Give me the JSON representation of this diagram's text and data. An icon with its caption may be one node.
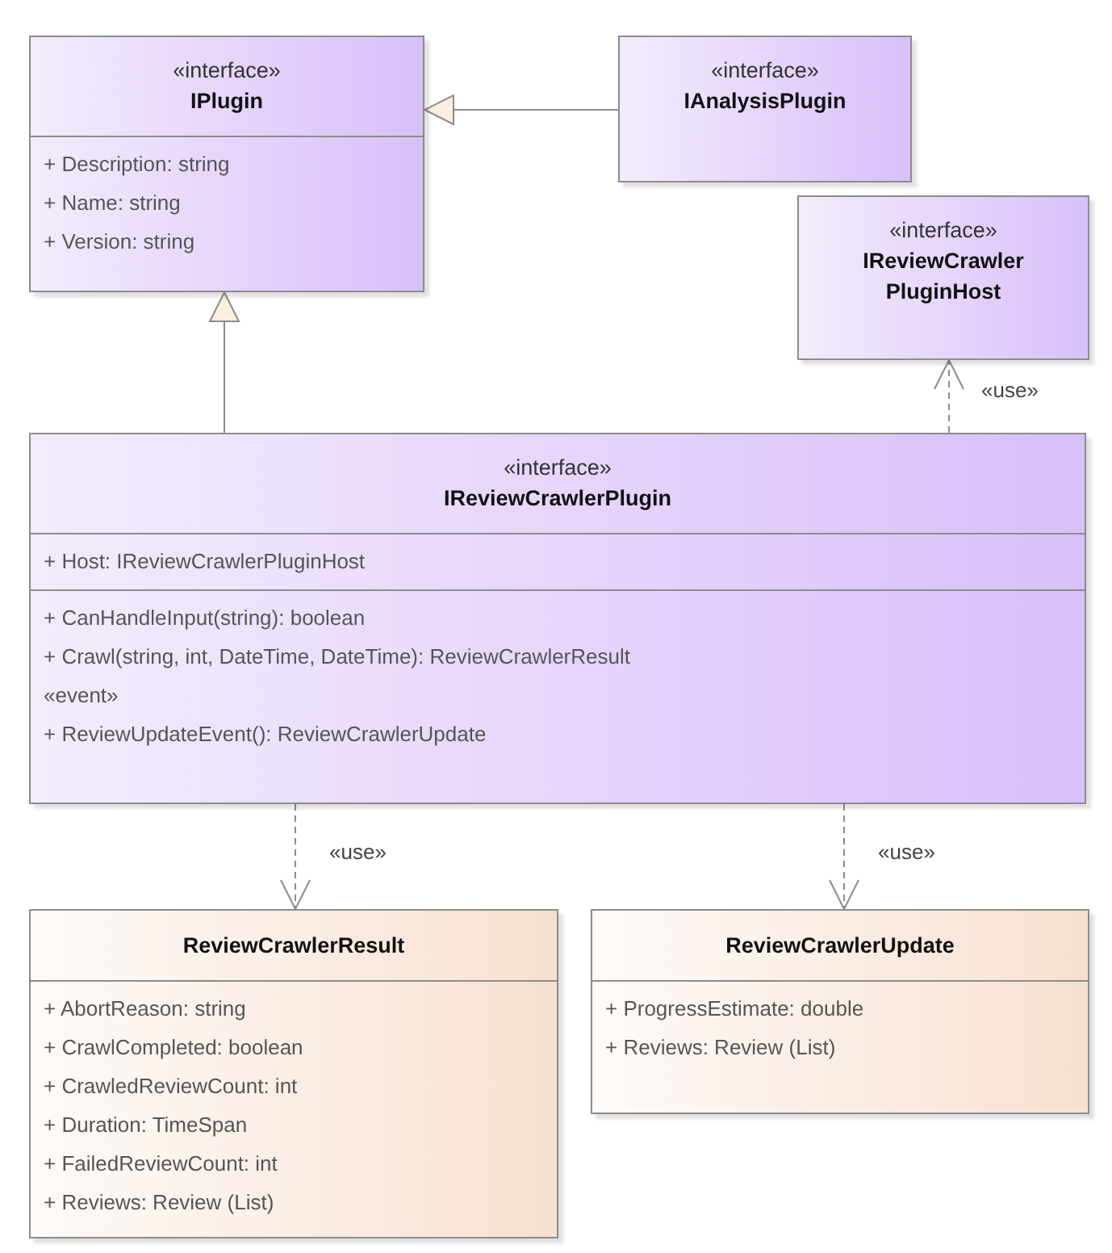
{
  "diagram": {
    "nodes": [
      {
        "text": [
          "«interface»",
          "IPlugin",
          "+ Description: string",
          "+ Name: string",
          "+ Version: string"
        ]
      },
      {
        "text": [
          "«interface»",
          "IAnalysisPlugin"
        ]
      },
      {
        "text": [
          "«interface»",
          "IReviewCrawler PluginHost"
        ]
      },
      {
        "text": [
          "«interface»",
          "IReviewCrawlerPlugin",
          "+ Host: IReviewCrawlerPluginHost",
          "+ CanHandleInput(string): boolean",
          "+ Crawl(string, int, DateTime, DateTime): ReviewCrawlerResult",
          "«event»",
          "+ ReviewUpdateEvent(): ReviewCrawlerUpdate"
        ]
      },
      {
        "text": [
          "ReviewCrawlerResult",
          "+ AbortReason: string",
          "+ CrawlCompleted: boolean",
          "+ CrawledReviewCount: int",
          "+ Duration: TimeSpan",
          "+ FailedReviewCount: int",
          "+ Reviews: Review (List)"
        ]
      },
      {
        "text": [
          "ReviewCrawlerUpdate",
          "+ ProgressEstimate: double",
          "+ Reviews: Review (List)"
        ]
      }
    ],
    "edges": [
      {
        "from": 1,
        "to": 0,
        "arrow": "to"
      },
      {
        "from": 3,
        "to": 0,
        "arrow": "to"
      },
      {
        "from": 3,
        "to": 2,
        "arrow": "to",
        "style": "dashed",
        "label": "«use»"
      },
      {
        "from": 3,
        "to": 4,
        "arrow": "to",
        "style": "dashed",
        "label": "«use»"
      },
      {
        "from": 3,
        "to": 5,
        "arrow": "to",
        "style": "dashed",
        "label": "«use»"
      }
    ]
  }
}
